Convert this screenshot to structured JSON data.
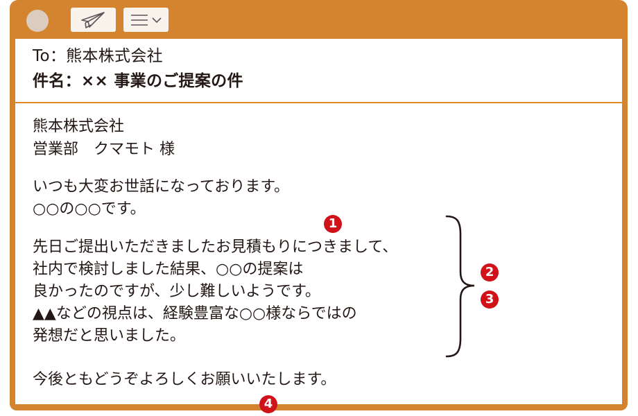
{
  "window": {
    "frame_color": "#D4842F",
    "toolbar": {
      "status_dot_color": "#DBCCBF",
      "send_button_icon": "paper-plane-icon",
      "menu_button_icon": "hamburger-menu-icon",
      "menu_dropdown_icon": "chevron-down-icon"
    }
  },
  "email": {
    "to_label": "To：",
    "to_value": "熊本株式会社",
    "subject_label": "件名：",
    "subject_value": "×× 事業のご提案の件",
    "body": {
      "addressee_company": "熊本株式会社",
      "addressee_person": "営業部　クマモト 様",
      "greeting_line1": "いつも大変お世話になっております。",
      "greeting_line2": "○○の○○です。",
      "main_lines": [
        "先日ご提出いただきましたお見積もりにつきまして、",
        "社内で検討しました結果、○○の提案は",
        "良かったのですが、少し難しいようです。",
        "▲▲などの視点は、経験豊富な○○様ならではの",
        "発想だと思いました。"
      ],
      "closing": "今後ともどうぞよろしくお願いいたします。"
    }
  },
  "annotations": {
    "badge_color": "#D0121B",
    "badges": [
      "1",
      "2",
      "3",
      "4"
    ]
  }
}
